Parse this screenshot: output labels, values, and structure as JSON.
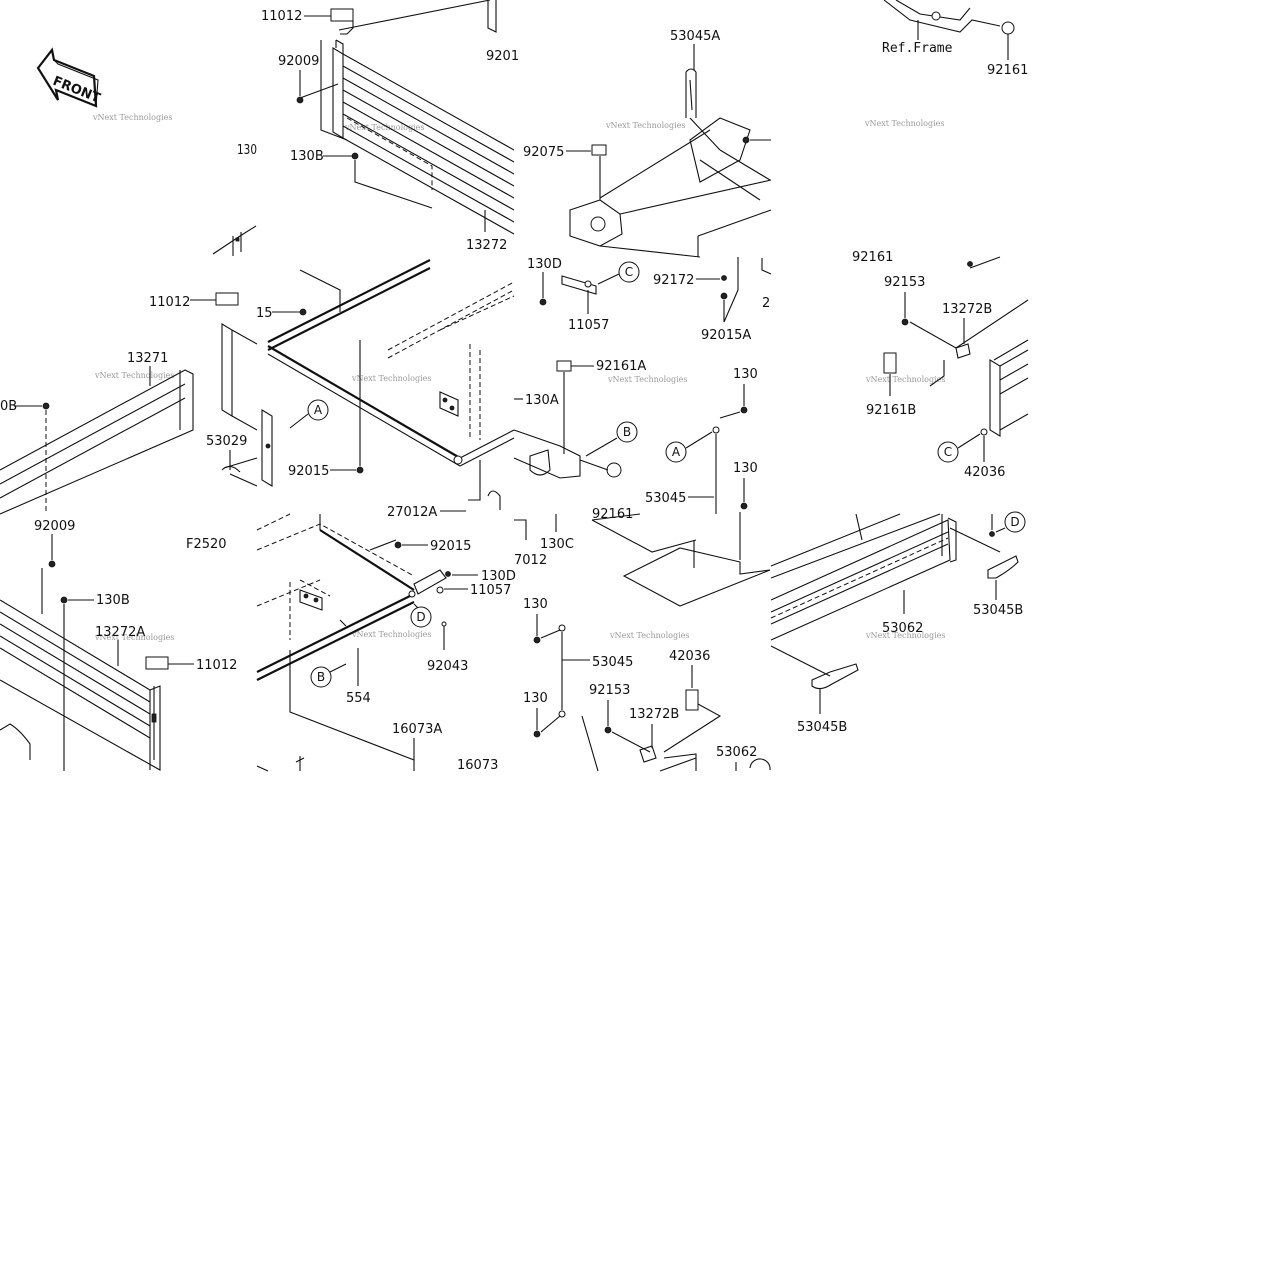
{
  "front_badge": "FRONT",
  "figure_code": "F2520",
  "watermark": "vNext Technologies",
  "frame_ref": "Ref.Frame",
  "callouts": {
    "a": "A",
    "b": "B",
    "c": "C",
    "d": "D"
  },
  "part_labels": [
    "11012",
    "92009",
    "130B",
    "130",
    "13272",
    "9201",
    "53045A",
    "92075",
    "Ref.Frame",
    "92161",
    "11012",
    "13271",
    "15",
    "130A",
    "92015",
    "27012A",
    "7012",
    "130C",
    "53029",
    "130D",
    "11057",
    "92172",
    "92015A",
    "92161A",
    "130",
    "130",
    "53045",
    "92161",
    "92153",
    "13272B",
    "92161B",
    "42036",
    "92161",
    "2",
    "92009",
    "130B",
    "13272A",
    "11012",
    "92015",
    "130D",
    "11057",
    "92043",
    "554",
    "16073A",
    "16073",
    "130",
    "53045",
    "130",
    "92153",
    "13272B",
    "92161B",
    "42036",
    "53062",
    "53045B",
    "53045B",
    "0B",
    "27012A"
  ]
}
